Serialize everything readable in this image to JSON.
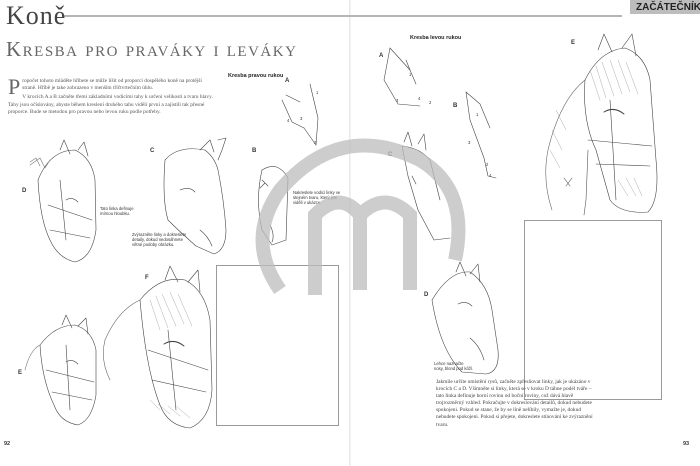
{
  "header": {
    "title": "Koně",
    "subtitle": "Kresba pro praváky i leváky",
    "section": "ZAČÁTEČNÍK"
  },
  "intro": {
    "dropcap": "P",
    "paragraph1": "ropočet tohoto mláděte hříbete se může líšit od proporcí dospělého koně na protější straně. Hříbě je take zobrazeno v menším tříčtvrtečním úhlu.",
    "paragraph2": "V krocích A a B začněte třemi základními vodicími tahy k určení velikosti a tvaru hlavy. Tahy jsou očíslovány, abyste během kreslení druhého tahu viděli první a zajistili tak přesné proporce. Bude se metodou pro pravou nebo levou ruku podle potřeby."
  },
  "headings": {
    "right_hand": "Kresba pravou rukou",
    "left_hand": "Kresba levou rukou"
  },
  "annotations": {
    "d_note": "Tato linka definuje mírnou hloubku.",
    "c_note": "Zvýrazněte linky a dokreslete detaily, dokud nedosáhnete větné podoby obrázku.",
    "b_note": "Nakreslete vodicí linky ve stejném tvaru, který jste viděli v ukázce.",
    "d2_note": "Lehce naznačte nosy, blond pod kůží."
  },
  "letters": {
    "a_right": "A",
    "b_right": "B",
    "c_left": "C",
    "d_left": "D",
    "e_left": "E",
    "f_left": "F",
    "a_right2": "A",
    "b_right2": "B",
    "c_right": "C",
    "d_right": "D",
    "e_right": "E"
  },
  "stroke_numbers": [
    "1",
    "2",
    "3",
    "4",
    "1",
    "2",
    "3",
    "4",
    "1",
    "2",
    "3",
    "4"
  ],
  "body_caption": "Jakmile určíte umístění rysů, začněte zpřesňovat linky, jak je ukázáno v krocích C a D. Všimněte si linky, která se v kroku D táhne podél tváře – tato linka definuje horní rovinu od boční roviny, což dává hlavě trojrozměrný vzhled. Pokračujte v dokreslování detailů, dokud nebudete spokojeni. Pokud se stane, že by se líně nelíbily, vymažte je, dokud nebudete spokojeni. Pokud si přejete, dokreslete stínování ke zvýraznění tvaru.",
  "folios": {
    "left": "92",
    "right": "93"
  }
}
